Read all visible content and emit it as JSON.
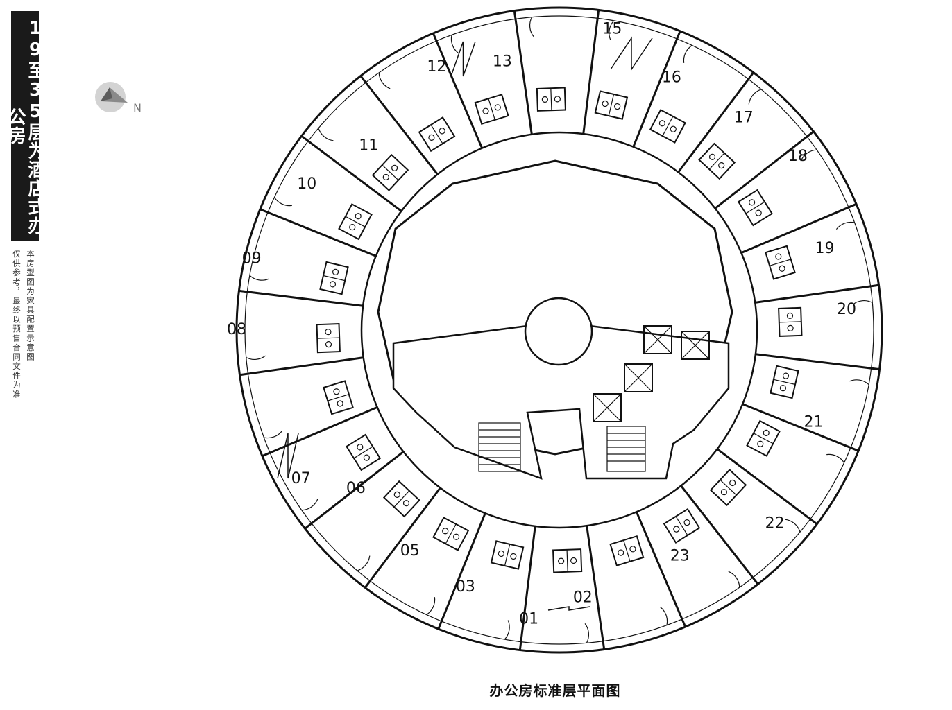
{
  "banner": {
    "text": "19至35层为酒店式办公房"
  },
  "note": {
    "line1": "本房型图为家具配置示意图",
    "line2": "仅供参考，最终以预售合同文件为准"
  },
  "compass": {
    "label": "N"
  },
  "caption": "办公房标准层平面图",
  "units": [
    "01",
    "02",
    "03",
    "05",
    "06",
    "07",
    "08",
    "09",
    "10",
    "11",
    "12",
    "13",
    "15",
    "16",
    "17",
    "18",
    "19",
    "20",
    "21",
    "22",
    "23"
  ]
}
